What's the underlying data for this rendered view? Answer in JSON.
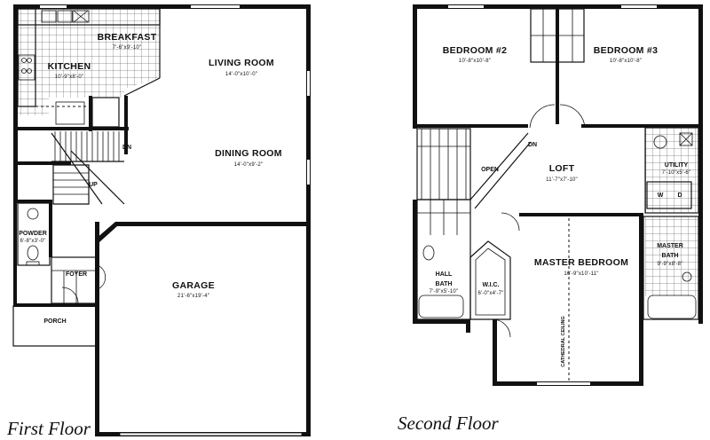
{
  "floors": {
    "first": {
      "title": "First Floor",
      "rooms": {
        "breakfast": {
          "name": "BREAKFAST",
          "dim": "7'-6\"x9'-10\""
        },
        "kitchen": {
          "name": "KITCHEN",
          "dim": "10'-9\"x8'-0\""
        },
        "living": {
          "name": "LIVING ROOM",
          "dim": "14'-0\"x10'-0\""
        },
        "dining": {
          "name": "DINING ROOM",
          "dim": "14'-0\"x9'-2\""
        },
        "garage": {
          "name": "GARAGE",
          "dim": "21'-6\"x19'-4\""
        },
        "powder": {
          "name": "POWDER",
          "dim": "6'-8\"x3'-0\""
        },
        "foyer": {
          "name": "FOYER"
        },
        "porch": {
          "name": "PORCH"
        }
      },
      "labels": {
        "dn": "DN",
        "up": "UP"
      }
    },
    "second": {
      "title": "Second Floor",
      "rooms": {
        "bedroom2": {
          "name": "BEDROOM #2",
          "dim": "10'-8\"x10'-8\""
        },
        "bedroom3": {
          "name": "BEDROOM #3",
          "dim": "10'-8\"x10'-8\""
        },
        "loft": {
          "name": "LOFT",
          "dim": "11'-7\"x7'-10\""
        },
        "utility": {
          "name": "UTILITY",
          "dim": "7'-10\"x5'-6\""
        },
        "master": {
          "name": "MASTER BEDROOM",
          "dim": "16'-9\"x10'-11\""
        },
        "masterbath": {
          "name": "MASTER",
          "name2": "BATH",
          "dim": "9'-9\"x8'-8\""
        },
        "hallbath": {
          "name": "HALL",
          "name2": "BATH",
          "dim": "7'-9\"x5'-10\""
        },
        "wic": {
          "name": "W.I.C.",
          "dim": "6'-0\"x4'-7\""
        }
      },
      "labels": {
        "dn": "DN",
        "open": "OPEN",
        "wd": "W",
        "wd2": "D",
        "ceiling": "CATHEDRAL CEILING"
      }
    }
  }
}
